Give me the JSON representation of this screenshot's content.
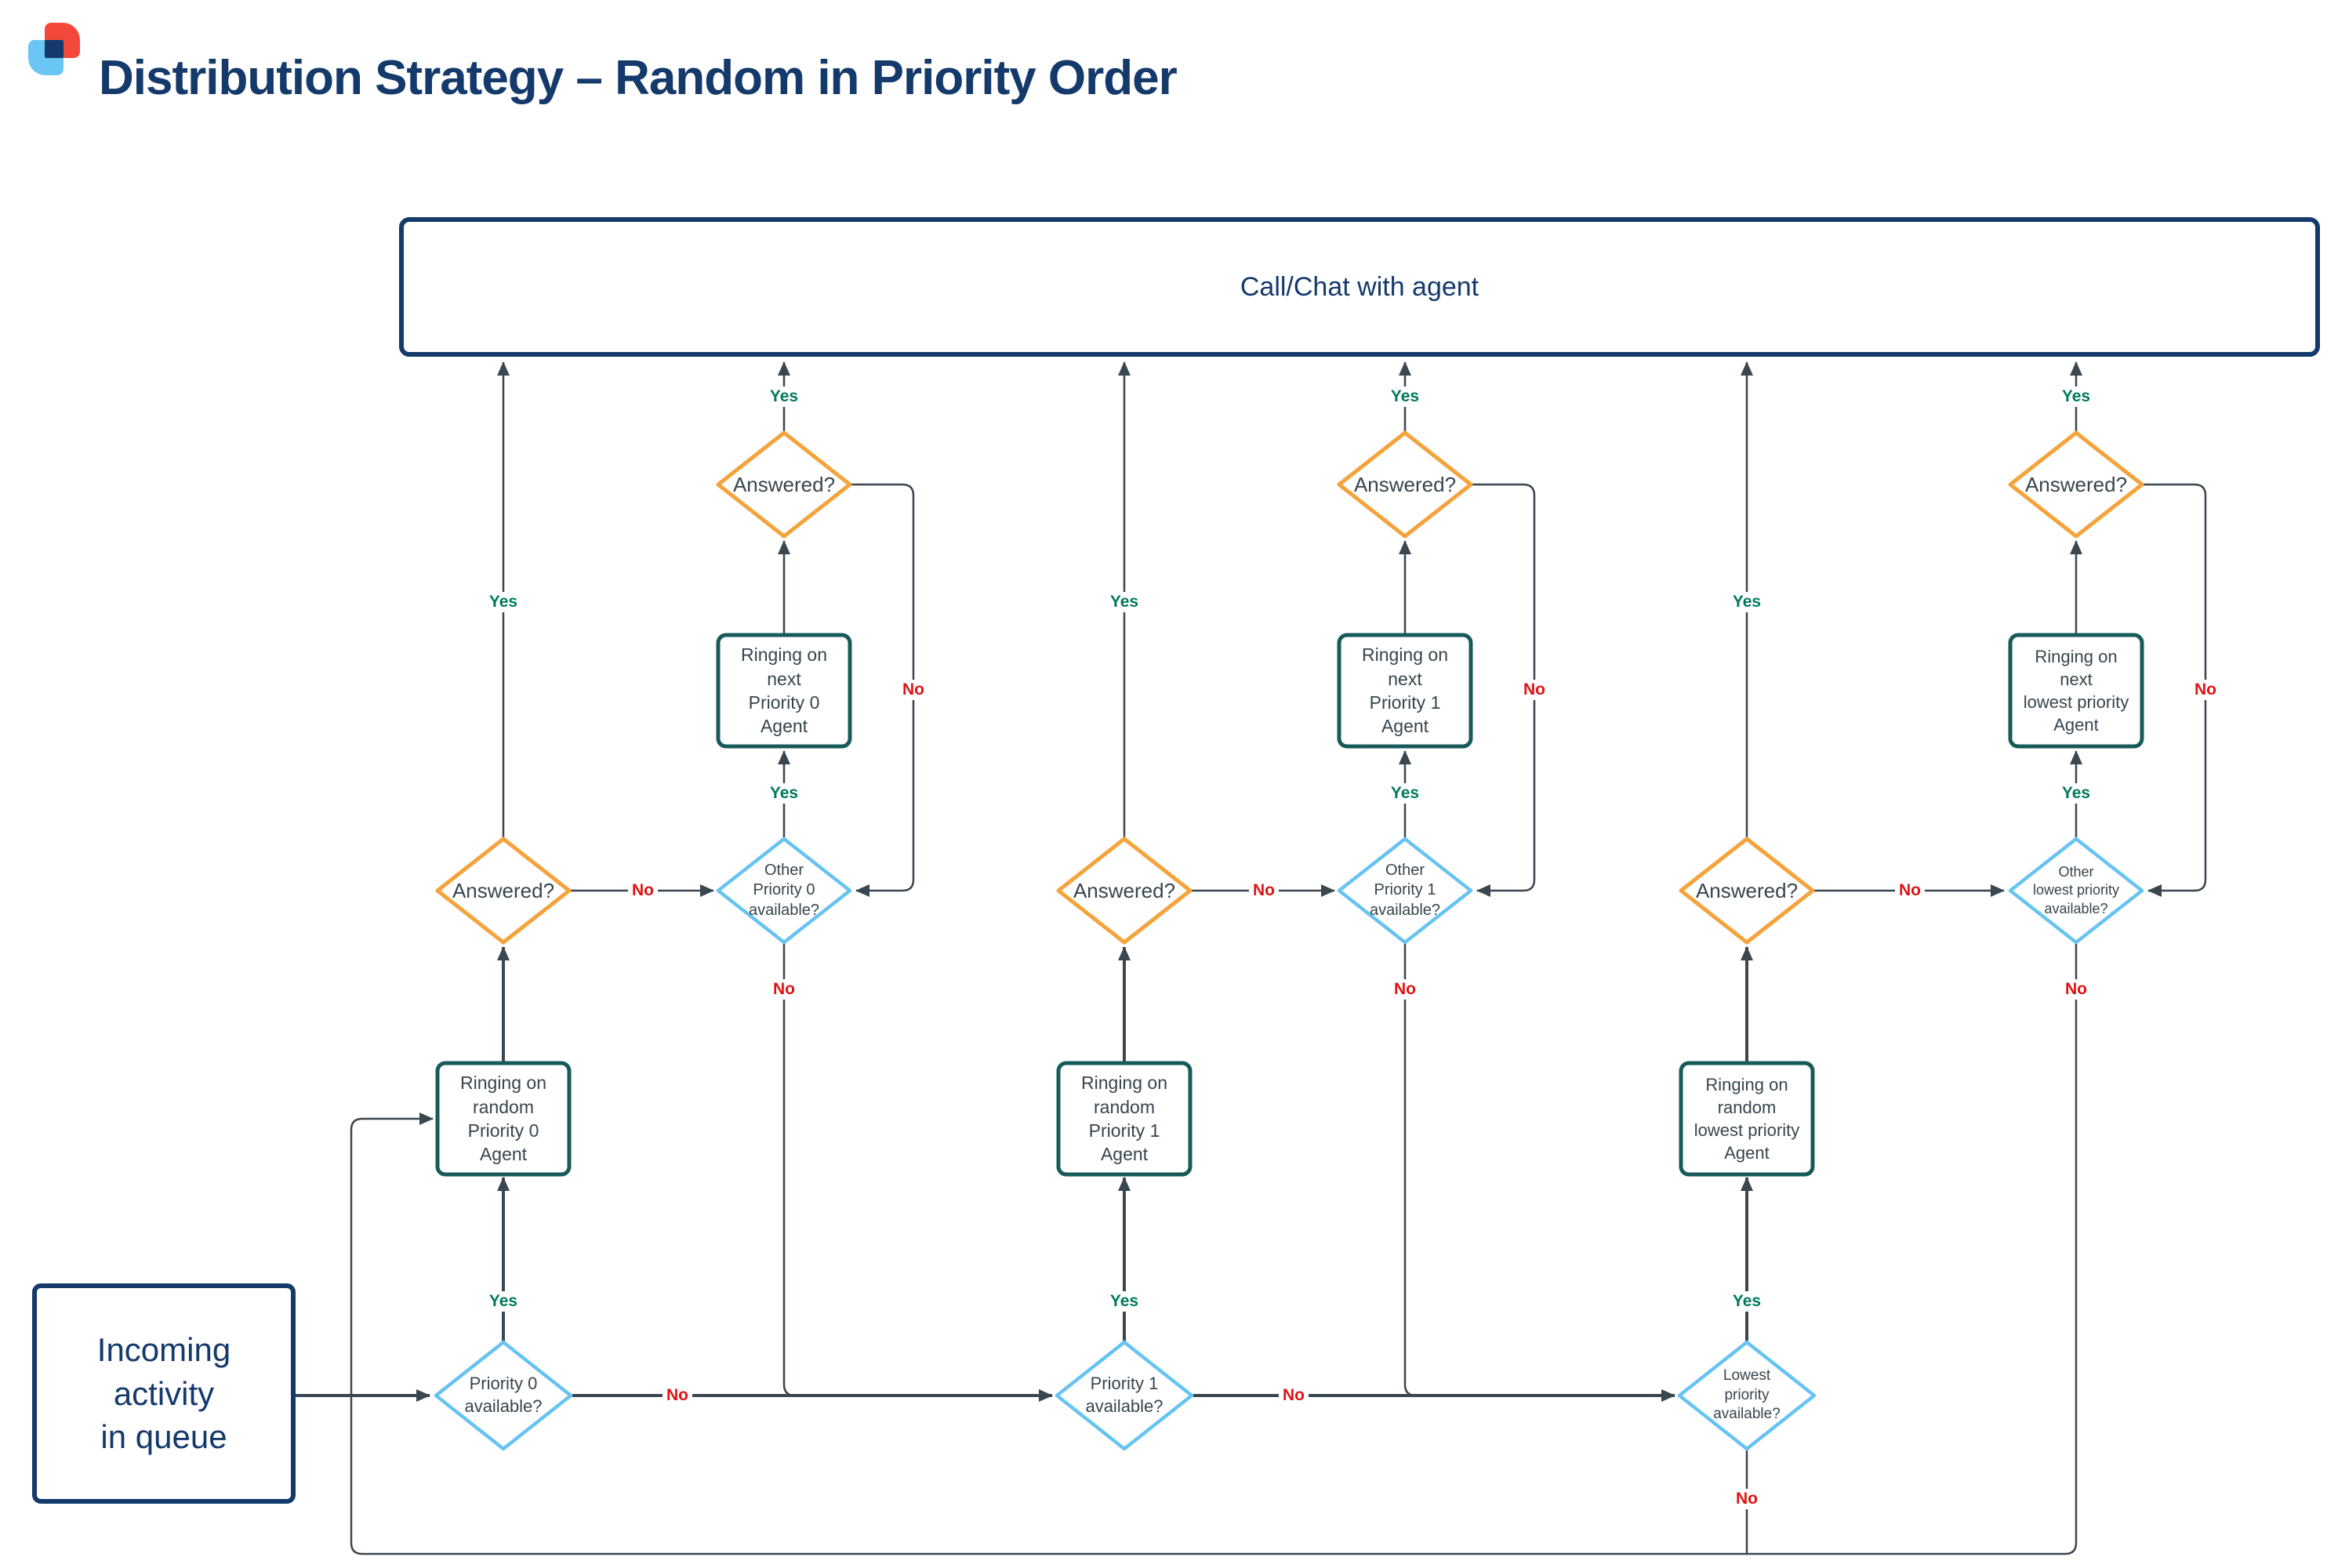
{
  "header": {
    "title": "Distribution Strategy – Random in Priority Order",
    "logo": "lucid-two-petal-logo"
  },
  "colors": {
    "navy": "#14396B",
    "slate": "#36454E",
    "line": "#3A4750",
    "orange": "#F5A33C",
    "sky_blue": "#67C3F1",
    "teal": "#175A5A",
    "yes_green": "#00795C",
    "no_red": "#E01212",
    "logo_red": "#F4483A",
    "logo_blue": "#6AC6F4",
    "background": "#FFFFFF"
  },
  "nodes": {
    "call_with_agent": "Call/Chat with agent",
    "incoming_queue": {
      "lines": [
        "Incoming",
        "activity",
        "in queue"
      ]
    },
    "answered_label": "Answered?",
    "groups": [
      {
        "id": "priority-0",
        "available": {
          "lines": [
            "Priority 0",
            "available?"
          ]
        },
        "ring_random": {
          "lines": [
            "Ringing on",
            "random",
            "Priority 0",
            "Agent"
          ]
        },
        "other_available": {
          "lines": [
            "Other",
            "Priority 0",
            "available?"
          ]
        },
        "ring_next": {
          "lines": [
            "Ringing on",
            "next",
            "Priority 0",
            "Agent"
          ]
        }
      },
      {
        "id": "priority-1",
        "available": {
          "lines": [
            "Priority 1",
            "available?"
          ]
        },
        "ring_random": {
          "lines": [
            "Ringing on",
            "random",
            "Priority 1",
            "Agent"
          ]
        },
        "other_available": {
          "lines": [
            "Other",
            "Priority 1",
            "available?"
          ]
        },
        "ring_next": {
          "lines": [
            "Ringing on",
            "next",
            "Priority 1",
            "Agent"
          ]
        }
      },
      {
        "id": "lowest-priority",
        "available": {
          "lines": [
            "Lowest",
            "priority",
            "available?"
          ]
        },
        "ring_random": {
          "lines": [
            "Ringing on",
            "random",
            "lowest priority",
            "Agent"
          ]
        },
        "other_available": {
          "lines": [
            "Other",
            "lowest priority",
            "available?"
          ]
        },
        "ring_next": {
          "lines": [
            "Ringing on",
            "next",
            "lowest priority",
            "Agent"
          ]
        }
      }
    ]
  },
  "edge_labels": {
    "yes": "Yes",
    "no": "No"
  }
}
